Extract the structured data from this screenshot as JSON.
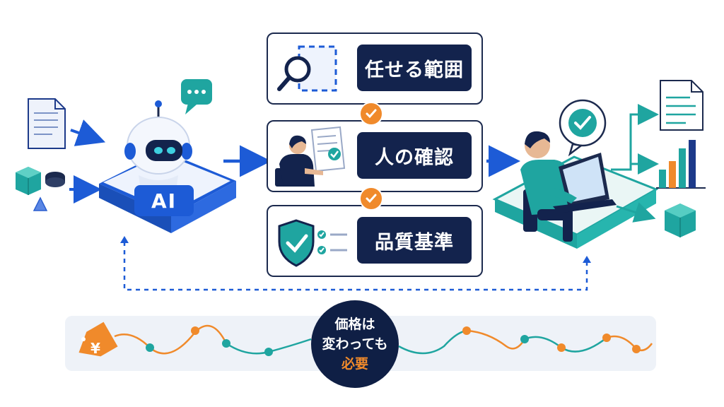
{
  "ai_badge": {
    "label": "AI"
  },
  "steps": [
    {
      "label": "任せる範囲",
      "icon": "magnifier-selection-icon"
    },
    {
      "label": "人の確認",
      "icon": "person-reviewing-document-icon"
    },
    {
      "label": "品質基準",
      "icon": "shield-checklist-icon"
    }
  ],
  "price_note": {
    "line1": "価格は",
    "line2": "変わっても",
    "line3": "必要"
  },
  "currency_tag": {
    "symbol": "¥"
  },
  "colors": {
    "navy": "#13234d",
    "blue": "#1d5bd6",
    "teal": "#1fa5a0",
    "orange": "#f08a2b",
    "light_band": "#eef2f8"
  },
  "inputs": [
    "document-icon",
    "cube-icon",
    "disc-icon",
    "triangle-icon"
  ],
  "outputs": [
    "report-document-icon",
    "bar-chart-icon",
    "cube-icon"
  ]
}
